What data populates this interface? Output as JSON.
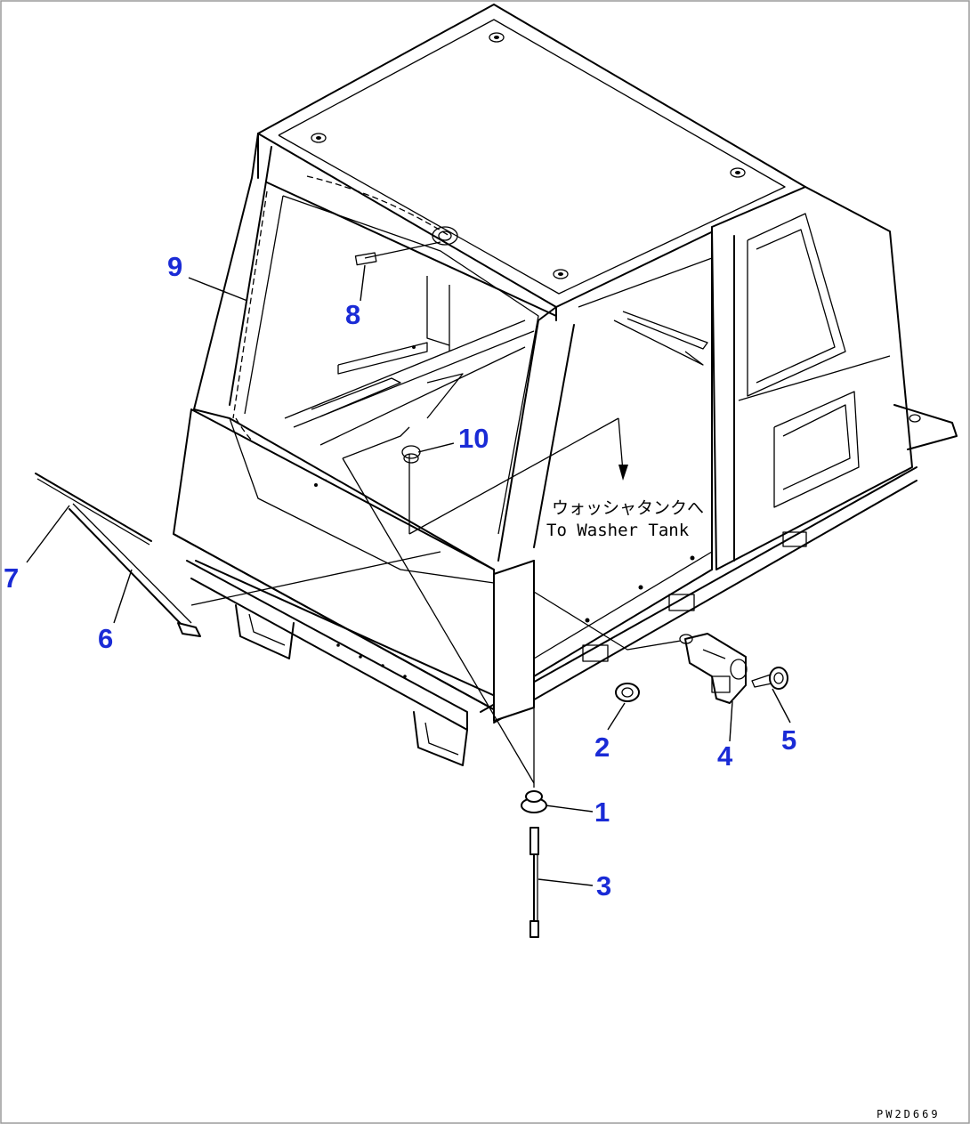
{
  "diagram": {
    "border_color": "#9a9a9a",
    "label_color": "#1a2bd6",
    "line_color": "#000000",
    "note": {
      "japanese": "ウォッシャタンクへ",
      "english": "To Washer Tank"
    },
    "drawing_code": "PW2D669",
    "parts": [
      {
        "id": "1",
        "label": "1"
      },
      {
        "id": "2",
        "label": "2"
      },
      {
        "id": "3",
        "label": "3"
      },
      {
        "id": "4",
        "label": "4"
      },
      {
        "id": "5",
        "label": "5"
      },
      {
        "id": "6",
        "label": "6"
      },
      {
        "id": "7",
        "label": "7"
      },
      {
        "id": "8",
        "label": "8"
      },
      {
        "id": "9",
        "label": "9"
      },
      {
        "id": "10",
        "label": "10"
      }
    ]
  }
}
